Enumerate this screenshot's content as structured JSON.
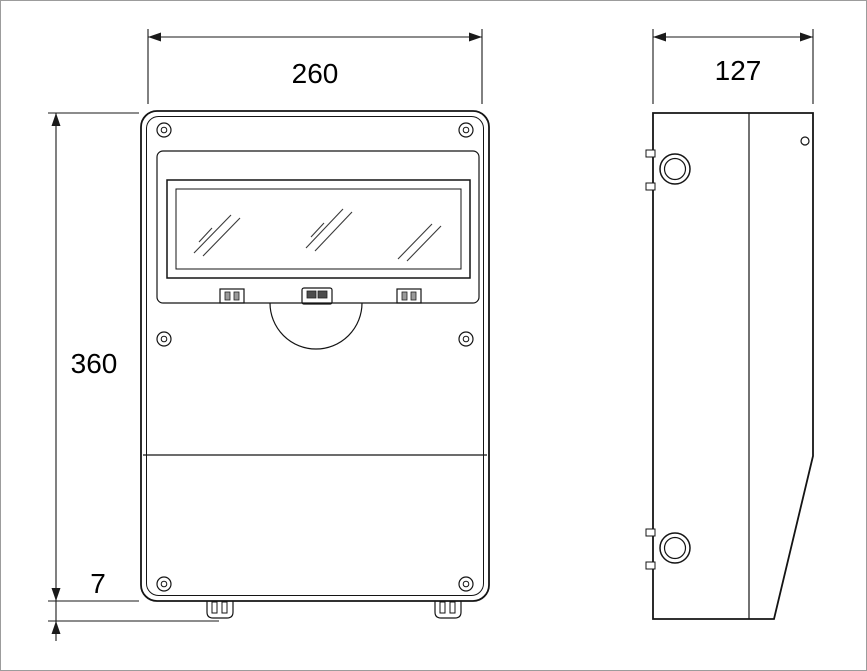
{
  "drawing": {
    "type": "technical-dimension-drawing",
    "subject": "wall-mounted electrical enclosure, front and side views",
    "views": {
      "front": {
        "width_label": "260",
        "height_label": "360",
        "feet_height_label": "7"
      },
      "side": {
        "depth_label": "127"
      }
    }
  },
  "colors": {
    "line": "#141414",
    "background": "#ffffff",
    "frame_border": "#9c9c9c"
  }
}
